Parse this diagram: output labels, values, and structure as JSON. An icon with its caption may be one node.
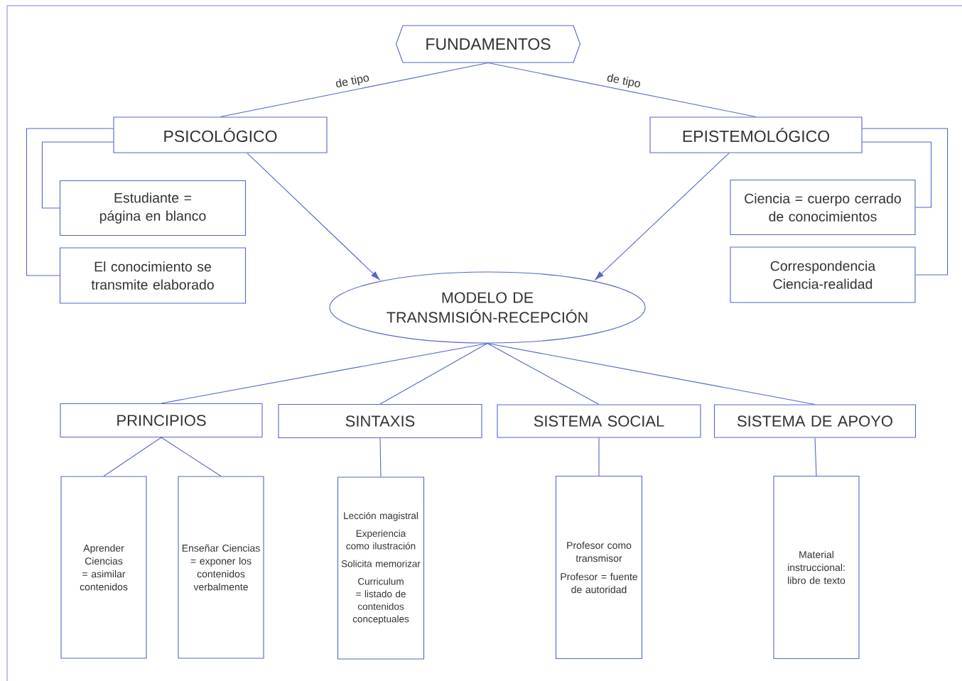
{
  "diagram": {
    "nodes": [
      {
        "text": [
          "FUNDAMENTOS"
        ]
      },
      {
        "text": [
          "PSICOLÓGICO"
        ]
      },
      {
        "text": [
          "EPISTEMOLÓGICO"
        ]
      },
      {
        "text": [
          "Estudiante = página en blanco"
        ]
      },
      {
        "text": [
          "El conocimiento se transmite elaborado"
        ]
      },
      {
        "text": [
          "Ciencia = cuerpo cerrado de conocimientos"
        ]
      },
      {
        "text": [
          "Correspondencia Ciencia-realidad"
        ]
      },
      {
        "text": [
          "MODELO DE TRANSMISIÓN-RECEPCIÓN"
        ]
      },
      {
        "text": [
          "PRINCIPIOS"
        ]
      },
      {
        "text": [
          "SINTAXIS"
        ]
      },
      {
        "text": [
          "SISTEMA SOCIAL"
        ]
      },
      {
        "text": [
          "SISTEMA DE APOYO"
        ]
      },
      {
        "text": [
          "Aprender Ciencias = asimilar contenidos"
        ]
      },
      {
        "text": [
          "Enseñar Ciencias = exponer los contenidos verbalmente"
        ]
      },
      {
        "text": [
          "Lección magistral",
          "Experiencia como ilustración",
          "Solicita memorizar",
          "Curriculum = listado de contenidos conceptuales"
        ]
      },
      {
        "text": [
          "Profesor como transmisor",
          "Profesor = fuente de autoridad"
        ]
      },
      {
        "text": [
          "Material instruccional: libro de texto"
        ]
      }
    ],
    "edges": [
      {
        "from": 0,
        "to": 1,
        "arrow": "none",
        "label": "de tipo"
      },
      {
        "from": 0,
        "to": 2,
        "arrow": "none",
        "label": "de tipo"
      },
      {
        "from": 1,
        "to": 3,
        "arrow": "none"
      },
      {
        "from": 1,
        "to": 4,
        "arrow": "none"
      },
      {
        "from": 2,
        "to": 5,
        "arrow": "none"
      },
      {
        "from": 2,
        "to": 6,
        "arrow": "none"
      },
      {
        "from": 1,
        "to": 7,
        "arrow": "to"
      },
      {
        "from": 2,
        "to": 7,
        "arrow": "to"
      },
      {
        "from": 7,
        "to": 8,
        "arrow": "none"
      },
      {
        "from": 7,
        "to": 9,
        "arrow": "none"
      },
      {
        "from": 7,
        "to": 10,
        "arrow": "none"
      },
      {
        "from": 7,
        "to": 11,
        "arrow": "none"
      },
      {
        "from": 8,
        "to": 12,
        "arrow": "none"
      },
      {
        "from": 8,
        "to": 13,
        "arrow": "none"
      },
      {
        "from": 9,
        "to": 14,
        "arrow": "none"
      },
      {
        "from": 10,
        "to": 15,
        "arrow": "none"
      },
      {
        "from": 11,
        "to": 16,
        "arrow": "none"
      }
    ]
  }
}
